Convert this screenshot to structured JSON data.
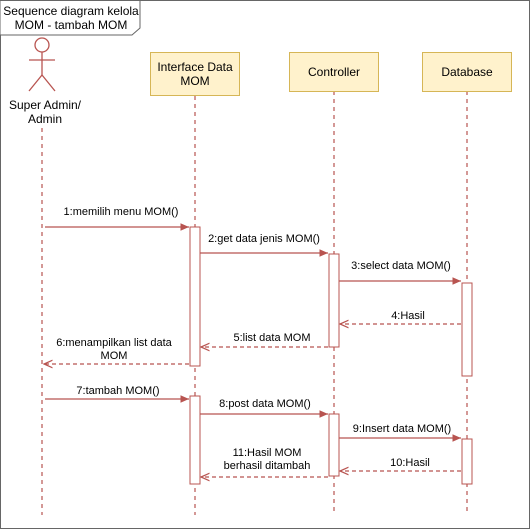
{
  "frame": {
    "title_line1": "Sequence diagram kelola",
    "title_line2": "MOM - tambah MOM"
  },
  "actor": {
    "line1": "Super Admin/",
    "line2": "Admin"
  },
  "lifelines": {
    "interface": {
      "line1": "Interface Data",
      "line2": "MOM"
    },
    "controller": {
      "label": "Controller"
    },
    "database": {
      "label": "Database"
    }
  },
  "messages": {
    "m1": "1:memilih menu MOM()",
    "m2": "2:get data jenis MOM()",
    "m3": "3:select data MOM()",
    "m4": "4:Hasil",
    "m5": "5:list data MOM",
    "m6_line1": "6:menampilkan list data",
    "m6_line2": "MOM",
    "m7": "7:tambah MOM()",
    "m8": "8:post data MOM()",
    "m9": "9:Insert data MOM()",
    "m10": "10:Hasil",
    "m11_line1": "11:Hasil MOM",
    "m11_line2": "berhasil ditambah"
  },
  "colors": {
    "arrow": "#b85450",
    "box_fill": "#fff2cc",
    "box_stroke": "#d6b656",
    "activation_fill": "#ffffff",
    "frame_stroke": "#666666"
  }
}
